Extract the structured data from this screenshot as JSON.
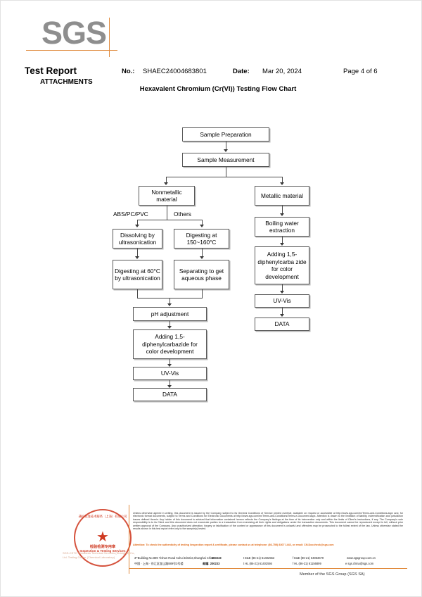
{
  "logo": {
    "text": "SGS"
  },
  "header": {
    "title": "Test Report",
    "attachments": "ATTACHMENTS",
    "no_label": "No.:",
    "no_value": "SHAEC24004683801",
    "date_label": "Date:",
    "date_value": "Mar 20, 2024",
    "page": "Page 4 of 6",
    "subtitle": "Hexavalent Chromium (Cr(VI)) Testing Flow Chart"
  },
  "flowchart": {
    "boxes": {
      "sample_preparation": "Sample Preparation",
      "sample_measurement": "Sample Measurement",
      "nonmetallic_material": "Nonmetallic material",
      "metallic_material": "Metallic material",
      "dissolving": "Dissolving by ultrasonication",
      "digesting_150": "Digesting at 150~160°C",
      "digesting_60": "Digesting at 60°C by ultrasonication",
      "separating": "Separating to get aqueous phase",
      "ph_adjustment": "pH adjustment",
      "adding_left": "Adding 1,5-diphenylcarbazide for color development",
      "uv_vis_left": "UV-Vis",
      "data_left": "DATA",
      "boiling_water": "Boiling water extraction",
      "adding_right": "Adding 1,5-diphenylcarba zide for color development",
      "uv_vis_right": "UV-Vis",
      "data_right": "DATA"
    },
    "labels": {
      "abs_pc_pvc": "ABS/PC/PVC",
      "others": "Others"
    }
  },
  "seal": {
    "arc_text": "通标标准技术服务（上海）有限公司",
    "cn_label": "检验检测专用章",
    "en_label": "Inspection & Testing Services",
    "watermark": "SGS-CSTC Standards Technical Services (Shanghai) Co., Ltd. Testing Center (Chemical Laboratory)"
  },
  "footer": {
    "legal": "Unless otherwise agreed in writing, this document is issued by the Company subject to its General Conditions of Service printed overleaf, available on request or accessible at http://www.sgs.com/en/Terms-and-Conditions.aspx and, for electronic format documents, subject to Terms and Conditions for Electronic Documents at http://www.sgs.com/en/Terms-and-Conditions/Terms-e-Document.aspx. Attention is drawn to the limitation of liability, indemnification and jurisdiction issues defined therein. Any holder of this document is advised that information contained hereon reflects the Company's findings at the time of its intervention only and within the limits of Client's instructions, if any. The Company's sole responsibility is to its Client and this document does not exonerate parties to a transaction from exercising all their rights and obligations under the transaction documents. This document cannot be reproduced except in full, without prior written approval of the Company. Any unauthorized alteration, forgery or falsification of the content or appearance of this document is unlawful and offenders may be prosecuted to the fullest extent of the law. Unless otherwise stated the results shown in this test report refer only to the sample(s) tested.",
    "attention": "Attention: To check the authenticity of testing /inspection report & certificate, please contact us at telephone: (86-755) 8307 1443, or email: CN.Doccheck@sgs.com",
    "address_en": "3ᵗʰBuilding,No.889 Yishan Road Xuhui District,Shanghai China",
    "address_cn": "中国 · 上海 · 徐汇区宜山路889号3号楼",
    "zip_label_en": "200233",
    "zip_label_cn": "邮编: 200233",
    "tel_en": "t E&E (86-21) 61402553",
    "tel_cn": "t HL (86-21) 61402594",
    "fax_en": "f E&E (86-21) 64953679",
    "fax_cn": "f HL (86-21) 61156899",
    "web": "www.sgsgroup.com.cn",
    "email": "e sgs.china@sgs.com",
    "member": "Member of the SGS Group (SGS SA)"
  }
}
